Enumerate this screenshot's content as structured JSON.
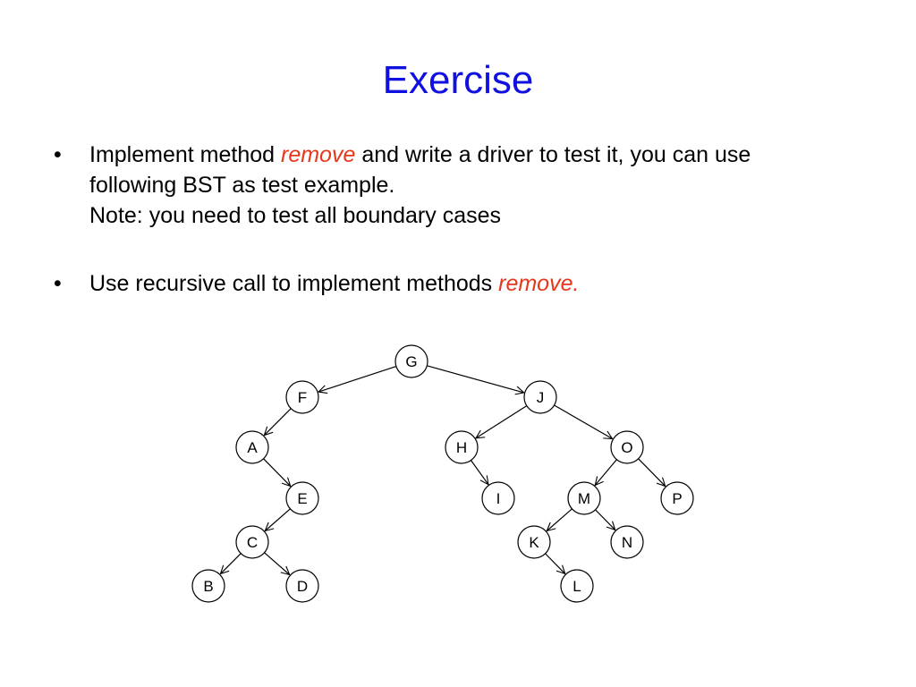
{
  "slide": {
    "title": "Exercise",
    "bullets": [
      {
        "marker": "•",
        "line1_before": "Implement method ",
        "line1_emph": "remove",
        "line1_after": " and write a driver to test it, you can use",
        "line2": "following BST as test example.",
        "line3": "Note: you need to test all boundary cases"
      },
      {
        "marker": "•",
        "text_before": "Use recursive call to implement methods ",
        "text_emph": "remove."
      }
    ]
  },
  "colors": {
    "title": "#1010e0",
    "emphasis": "#e8361a"
  },
  "tree": {
    "nodes": [
      "G",
      "F",
      "J",
      "A",
      "E",
      "C",
      "B",
      "D",
      "H",
      "I",
      "O",
      "M",
      "P",
      "K",
      "N",
      "L"
    ],
    "edges": [
      [
        "G",
        "F"
      ],
      [
        "G",
        "J"
      ],
      [
        "F",
        "A"
      ],
      [
        "A",
        "E"
      ],
      [
        "E",
        "C"
      ],
      [
        "C",
        "B"
      ],
      [
        "C",
        "D"
      ],
      [
        "J",
        "H"
      ],
      [
        "J",
        "O"
      ],
      [
        "H",
        "I"
      ],
      [
        "O",
        "M"
      ],
      [
        "O",
        "P"
      ],
      [
        "M",
        "K"
      ],
      [
        "M",
        "N"
      ],
      [
        "K",
        "L"
      ]
    ]
  }
}
